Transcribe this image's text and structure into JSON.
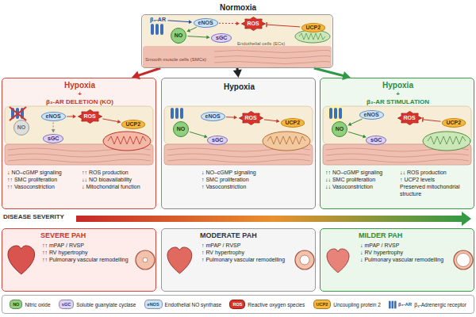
{
  "diagram": {
    "nodes": [
      {
        "text": [
          "Normoxia",
          "Endothelial cells (ECs)",
          "Smooth muscle cells (SMCs)"
        ]
      },
      {
        "text": [
          "β₃-AR"
        ],
        "in": 0
      },
      {
        "text": [
          "eNOS"
        ],
        "in": 0
      },
      {
        "text": [
          "NO"
        ],
        "in": 0
      },
      {
        "text": [
          "sGC"
        ],
        "in": 0
      },
      {
        "text": [
          "ROS"
        ],
        "in": 0
      },
      {
        "text": [
          "UCP2"
        ],
        "in": 0
      },
      {
        "text": [
          "Hypoxia",
          "+",
          "β₃-AR DELETION (KO)",
          "↓ NO–cGMP signaling",
          "↑↑ SMC proliferation",
          "↑↑ Vasoconstriction",
          "↑↑ ROS production",
          "↓↓ NO bioavailability",
          "↓ Mitochondrial function"
        ]
      },
      {
        "text": [
          "NO"
        ],
        "in": 7
      },
      {
        "text": [
          "eNOS"
        ],
        "in": 7
      },
      {
        "text": [
          "sGC"
        ],
        "in": 7
      },
      {
        "text": [
          "ROS"
        ],
        "in": 7
      },
      {
        "text": [
          "UCP2"
        ],
        "in": 7
      },
      {
        "text": [
          "Hypoxia",
          "↓ NO–cGMP signaling",
          "↑ SMC proliferation",
          "↑ Vasoconstriction"
        ]
      },
      {
        "text": [
          "NO"
        ],
        "in": 13
      },
      {
        "text": [
          "eNOS"
        ],
        "in": 13
      },
      {
        "text": [
          "sGC"
        ],
        "in": 13
      },
      {
        "text": [
          "ROS"
        ],
        "in": 13
      },
      {
        "text": [
          "UCP2"
        ],
        "in": 13
      },
      {
        "text": [
          "Hypoxia",
          "+",
          "β₃-AR STIMULATION",
          "↑↑ NO–cGMP signaling",
          "↓↓ SMC proliferation",
          "↓↓ Vasoconstriction",
          "↓↓ ROS production",
          "↑ UCP2 levels",
          "Preserved mitochondrial structure"
        ]
      },
      {
        "text": [
          "NO"
        ],
        "in": 19
      },
      {
        "text": [
          "eNOS"
        ],
        "in": 19
      },
      {
        "text": [
          "sGC"
        ],
        "in": 19
      },
      {
        "text": [
          "ROS"
        ],
        "in": 19
      },
      {
        "text": [
          "UCP2"
        ],
        "in": 19
      },
      {
        "text": [
          "SEVERE PAH",
          "↑↑ mPAP / RVSP",
          "↑↑ RV hypertrophy",
          "↑↑ Pulmonary vascular remodelling"
        ]
      },
      {
        "text": [
          "MODERATE PAH",
          "↑ mPAP / RVSP",
          "↑ RV hypertrophy",
          "↑ Pulmonary vascular remodelling"
        ]
      },
      {
        "text": [
          "MILDER PAH",
          "↓ mPAP / RVSP",
          "↓ RV hypertrophy",
          "↓ Pulmonary vascular remodelling"
        ]
      }
    ],
    "edges": [
      {
        "from": 0,
        "to": 7,
        "arrow": "to"
      },
      {
        "from": 0,
        "to": 13,
        "arrow": "to"
      },
      {
        "from": 0,
        "to": 19,
        "arrow": "to"
      },
      {
        "from": 1,
        "to": 2,
        "arrow": "to"
      },
      {
        "from": 2,
        "to": 3,
        "arrow": "to"
      },
      {
        "from": 3,
        "to": 4,
        "arrow": "to"
      },
      {
        "from": 2,
        "to": 5,
        "arrow": "to"
      },
      {
        "from": 6,
        "to": 5,
        "arrow": "to"
      },
      {
        "from": 9,
        "to": 10,
        "arrow": "to"
      },
      {
        "from": 9,
        "to": 11,
        "arrow": "to"
      },
      {
        "from": 11,
        "to": 12,
        "arrow": "to"
      },
      {
        "from": 14,
        "to": 16,
        "arrow": "to"
      },
      {
        "from": 15,
        "to": 17,
        "arrow": "to"
      },
      {
        "from": 17,
        "to": 18,
        "arrow": "to"
      },
      {
        "from": 21,
        "to": 20,
        "arrow": "to"
      },
      {
        "from": 20,
        "to": 22,
        "arrow": "to"
      },
      {
        "from": 24,
        "to": 23,
        "arrow": "to"
      }
    ],
    "labels": [
      "DISEASE SEVERITY",
      "NO",
      "sGC",
      "eNOS",
      "ROS",
      "UCP2",
      "β₃-AR"
    ],
    "legend": [
      {
        "text": "Nitric oxide",
        "color": "#8fcf7d"
      },
      {
        "text": "Soluble guanylate cyclase",
        "color": "#dcd3f2"
      },
      {
        "text": "Endothelial NO synthase",
        "color": "#cfe3f6"
      },
      {
        "text": "Reactive oxygen species",
        "color": "#d8342c"
      },
      {
        "text": "Uncoupling protein 2",
        "color": "#f6b73c"
      },
      {
        "text": "β₃-Adrenergic receptor"
      }
    ]
  }
}
